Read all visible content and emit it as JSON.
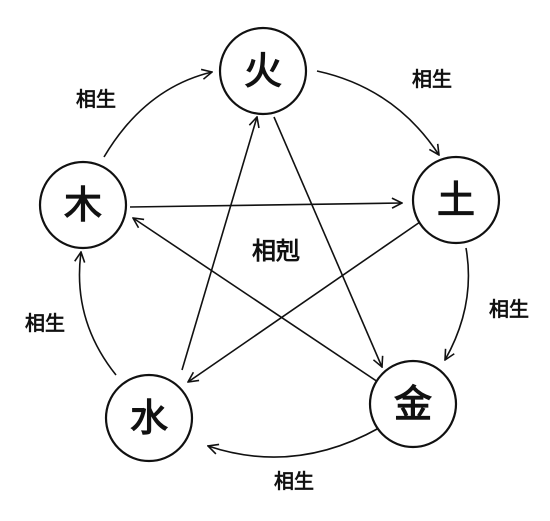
{
  "elements": {
    "fire": "火",
    "earth": "土",
    "metal": "金",
    "water": "水",
    "wood": "木"
  },
  "labels": {
    "generating_fire_earth": "相生",
    "generating_earth_metal": "相生",
    "generating_metal_water": "相生",
    "generating_water_wood": "相生",
    "generating_wood_fire": "相生",
    "overcoming_center": "相剋"
  },
  "colors": {
    "ink": "#111111",
    "background": "#ffffff"
  }
}
